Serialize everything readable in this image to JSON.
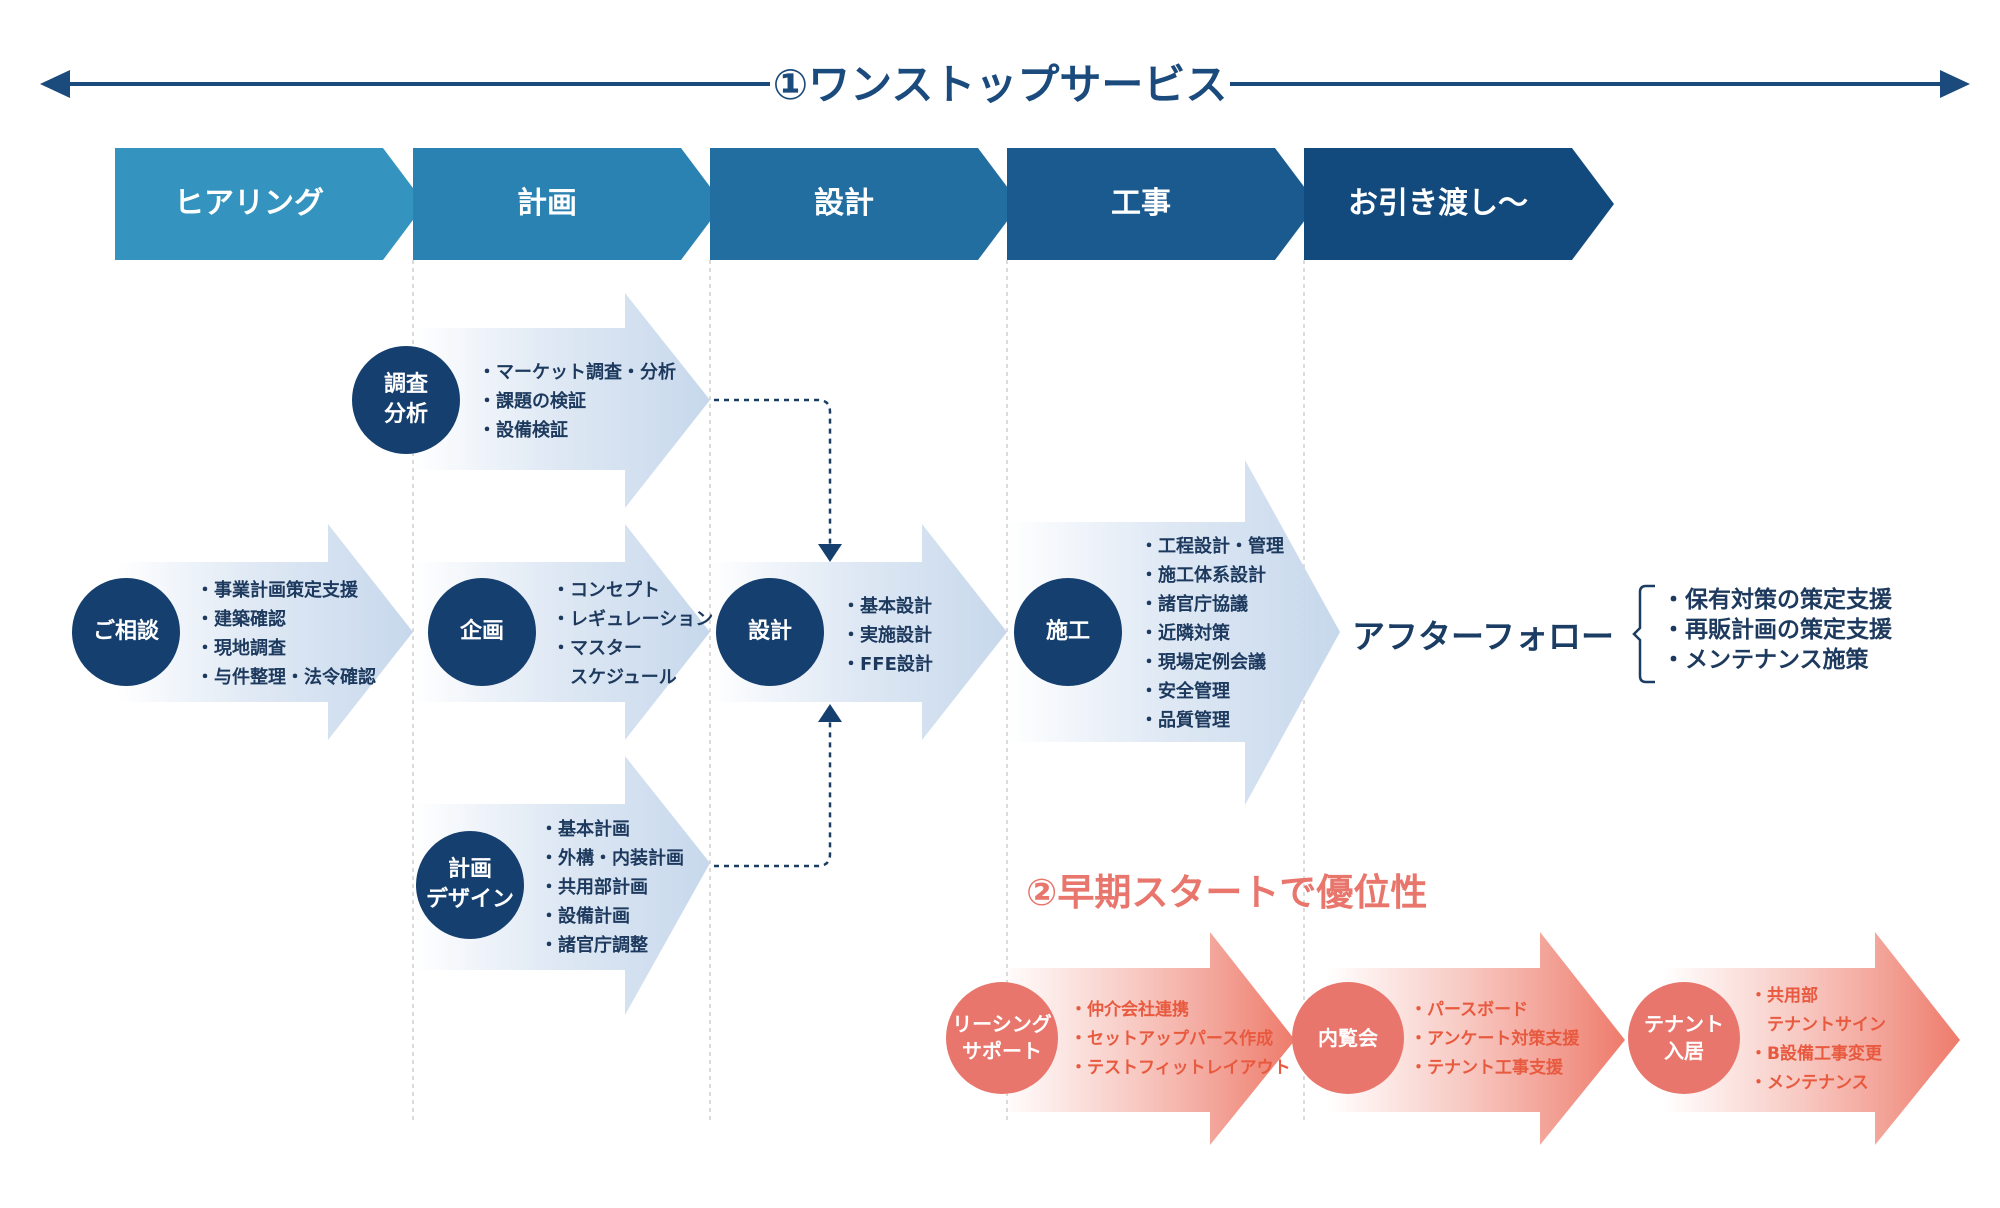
{
  "title_top": "①ワンストップサービス",
  "title_2": "②早期スタートで優位性",
  "phases": [
    "ヒアリング",
    "計画",
    "設計",
    "工事",
    "お引き渡し〜"
  ],
  "colors": {
    "phase": [
      "#3494bf",
      "#2a82b2",
      "#226ea1",
      "#1a5a8f",
      "#124a7d"
    ],
    "dark_navy": "#153f6e",
    "title_blue": "#1b4a7c",
    "coral": "#e8766c",
    "coral_text": "#e85a3f",
    "light_blue": "#c7d8ec"
  },
  "blue_steps": [
    {
      "id": "consult",
      "circle": [
        "ご相談"
      ],
      "items": [
        "・事業計画策定支援",
        "・建築確認",
        "・現地調査",
        "・与件整理・法令確認"
      ]
    },
    {
      "id": "survey",
      "circle": [
        "調査",
        "分析"
      ],
      "items": [
        "・マーケット調査・分析",
        "・課題の検証",
        "・設備検証"
      ]
    },
    {
      "id": "plan",
      "circle": [
        "企画"
      ],
      "items": [
        "・コンセプト",
        "・レギュレーション",
        "・マスター",
        "　スケジュール"
      ]
    },
    {
      "id": "plan-design",
      "circle": [
        "計画",
        "デザイン"
      ],
      "items": [
        "・基本計画",
        "・外構・内装計画",
        "・共用部計画",
        "・設備計画",
        "・諸官庁調整"
      ]
    },
    {
      "id": "design",
      "circle": [
        "設計"
      ],
      "items": [
        "・基本設計",
        "・実施設計",
        "・FFE設計"
      ]
    },
    {
      "id": "construction",
      "circle": [
        "施工"
      ],
      "items": [
        "・工程設計・管理",
        "・施工体系設計",
        "・諸官庁協議",
        "・近隣対策",
        "・現場定例会議",
        "・安全管理",
        "・品質管理"
      ]
    }
  ],
  "after_follow": {
    "title": "アフターフォロー",
    "items": [
      "・保有対策の策定支援",
      "・再販計画の策定支援",
      "・メンテナンス施策"
    ]
  },
  "red_steps": [
    {
      "id": "leasing",
      "circle": [
        "リーシング",
        "サポート"
      ],
      "items": [
        "・仲介会社連携",
        "・セットアップパース作成",
        "・テストフィットレイアウト"
      ]
    },
    {
      "id": "viewing",
      "circle": [
        "内覧会"
      ],
      "items": [
        "・パースボード",
        "・アンケート対策支援",
        "・テナント工事支援"
      ]
    },
    {
      "id": "tenant",
      "circle": [
        "テナント",
        "入居"
      ],
      "items": [
        "・共用部",
        "　テナントサイン",
        "・B設備工事変更",
        "・メンテナンス"
      ]
    }
  ]
}
